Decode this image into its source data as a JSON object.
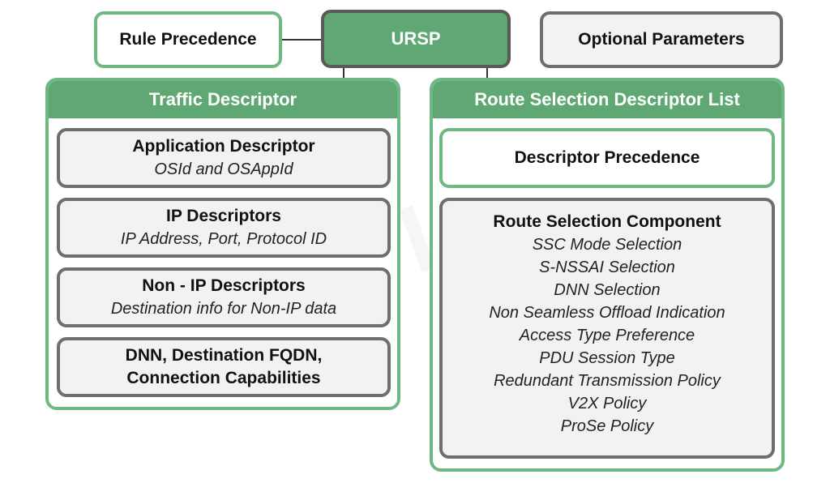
{
  "top": {
    "rule_precedence": "Rule Precedence",
    "ursp": "URSP",
    "optional_parameters": "Optional Parameters"
  },
  "traffic_descriptor": {
    "title": "Traffic Descriptor",
    "items": [
      {
        "title": "Application Descriptor",
        "subtitle": "OSId and OSAppId"
      },
      {
        "title": "IP Descriptors",
        "subtitle": "IP Address, Port, Protocol ID"
      },
      {
        "title": "Non - IP Descriptors",
        "subtitle": "Destination info for Non-IP data"
      },
      {
        "title_line1": "DNN, Destination FQDN,",
        "title_line2": "Connection Capabilities"
      }
    ]
  },
  "route_selection": {
    "title": "Route Selection Descriptor List",
    "descriptor_precedence": "Descriptor Precedence",
    "component": {
      "title": "Route Selection Component",
      "items": [
        "SSC Mode Selection",
        "S-NSSAI Selection",
        "DNN Selection",
        "Non Seamless Offload Indication",
        "Access Type Preference",
        "PDU Session Type",
        "Redundant Transmission Policy",
        "V2X Policy",
        "ProSe Policy"
      ]
    }
  },
  "watermark": "MPIRICAL"
}
